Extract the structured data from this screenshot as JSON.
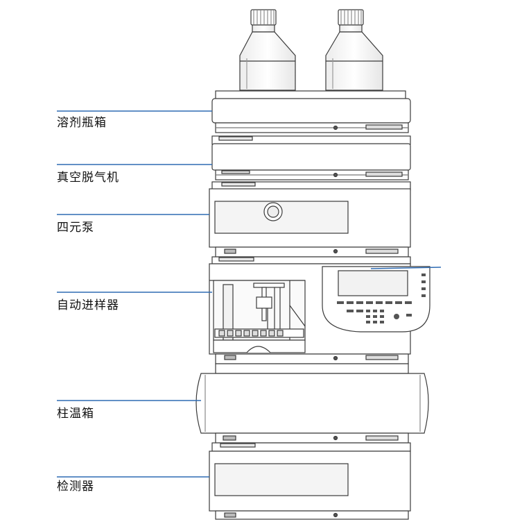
{
  "labels": {
    "solvent_tray": "溶剂瓶箱",
    "vacuum_degasser": "真空脱气机",
    "quaternary_pump": "四元泵",
    "autosampler": "自动进样器",
    "column_oven": "柱温箱",
    "detector": "检测器"
  },
  "colors": {
    "leader_line": "#2e6bb3",
    "outline": "#3a3a3a",
    "panel_fill": "#f4f4f4"
  }
}
